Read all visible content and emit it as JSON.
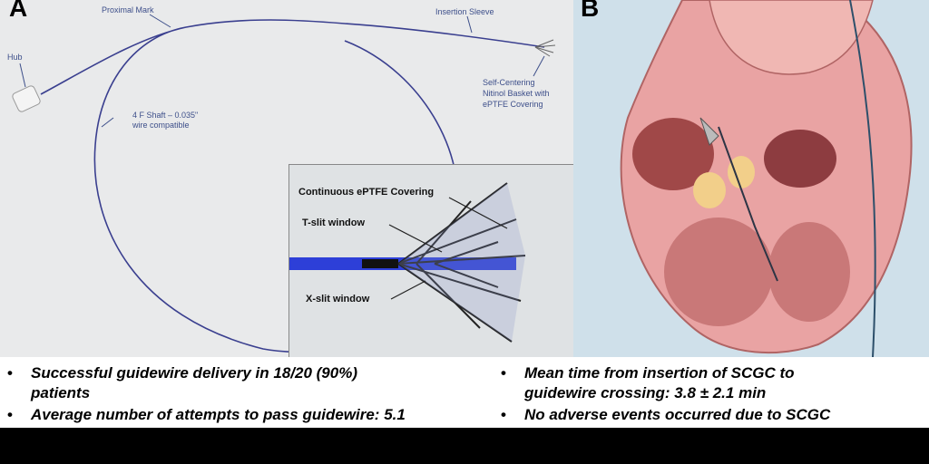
{
  "panel_a": {
    "label": "A",
    "annotations": {
      "hub": "Hub",
      "proximal_mark": "Proximal Mark",
      "insertion_sleeve": "Insertion Sleeve",
      "basket_line1": "Self-Centering",
      "basket_line2": "Nitinol Basket with",
      "basket_line3": "ePTFE Covering",
      "shaft_line1": "4 F Shaft – 0.035\"",
      "shaft_line2": "wire compatible"
    },
    "inset": {
      "continuous_covering": "Continuous ePTFE Covering",
      "t_slit": "T-slit window",
      "x_slit": "X-slit window"
    }
  },
  "panel_b": {
    "label": "B"
  },
  "results": {
    "left": [
      {
        "line1": "Successful guidewire  delivery in 18/20 (90%)",
        "line2": "patients"
      },
      {
        "line1": "Average number of attempts to pass guidewire: 5.1"
      }
    ],
    "right": [
      {
        "line1": "Mean time from insertion of SCGC to",
        "line2": "guidewire crossing: 3.8 ± 2.1 min"
      },
      {
        "line1": "No adverse events occurred due to SCGC"
      }
    ],
    "bullet_char": "•"
  }
}
